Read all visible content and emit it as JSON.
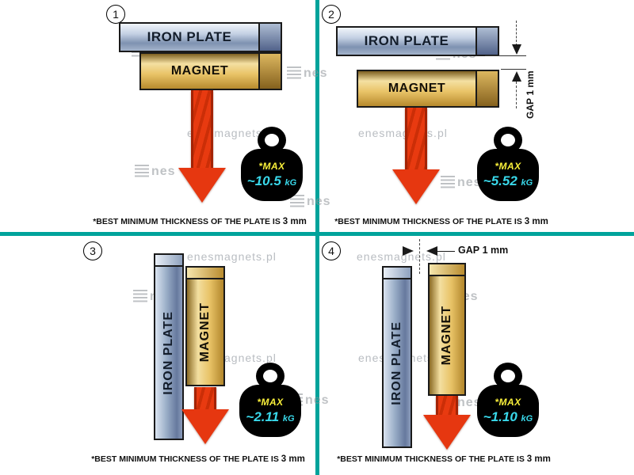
{
  "colors": {
    "divider_teal": "#00a39b",
    "arrow_red": "#e63710",
    "max_yellow": "#f8ef3a",
    "value_cyan": "#39d8ea",
    "plate_steel": "#7e92b1",
    "magnet_gold": "#e9c468"
  },
  "watermark": {
    "site": "enesmagnets.pl",
    "logo": "nes"
  },
  "footnote": {
    "text": "*BEST MINIMUM THICKNESS OF THE PLATE IS",
    "bold": "3 mm"
  },
  "panels": [
    {
      "number": "1",
      "plate": "IRON PLATE",
      "magnet": "MAGNET",
      "weight": {
        "max": "*MAX",
        "value": "~10.5",
        "unit": "kG"
      }
    },
    {
      "number": "2",
      "plate": "IRON PLATE",
      "magnet": "MAGNET",
      "gap": {
        "label": "GAP",
        "value": "1 mm"
      },
      "weight": {
        "max": "*MAX",
        "value": "~5.52",
        "unit": "kG"
      }
    },
    {
      "number": "3",
      "plate": "IRON PLATE",
      "magnet": "MAGNET",
      "weight": {
        "max": "*MAX",
        "value": "~2.11",
        "unit": "kG"
      }
    },
    {
      "number": "4",
      "plate": "IRON PLATE",
      "magnet": "MAGNET",
      "gap": {
        "label": "GAP",
        "value": "1 mm"
      },
      "weight": {
        "max": "*MAX",
        "value": "~1.10",
        "unit": "kG"
      }
    }
  ]
}
